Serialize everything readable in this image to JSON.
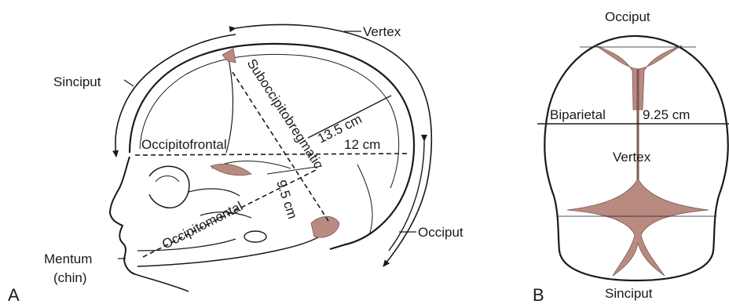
{
  "panels": {
    "a": "A",
    "b": "B"
  },
  "side_view": {
    "vertex": "Vertex",
    "sinciput": "Sinciput",
    "occiput": "Occiput",
    "occipitofrontal": "Occipitofrontal",
    "occipitomental": "Occipitomental",
    "suboccipitobregmatic": "Suboccipitobregmatic",
    "m_13_5": "13.5 cm",
    "m_12": "12 cm",
    "m_9_5": "9.5 cm",
    "mentum": "Mentum",
    "chin": "(chin)"
  },
  "top_view": {
    "occiput": "Occiput",
    "biparietal": "Biparietal",
    "m_9_25": "9.25 cm",
    "vertex": "Vertex",
    "sinciput": "Sinciput"
  },
  "colors": {
    "ink": "#1a1a1a",
    "fontanelle": "#b98a80",
    "paper": "#ffffff"
  }
}
